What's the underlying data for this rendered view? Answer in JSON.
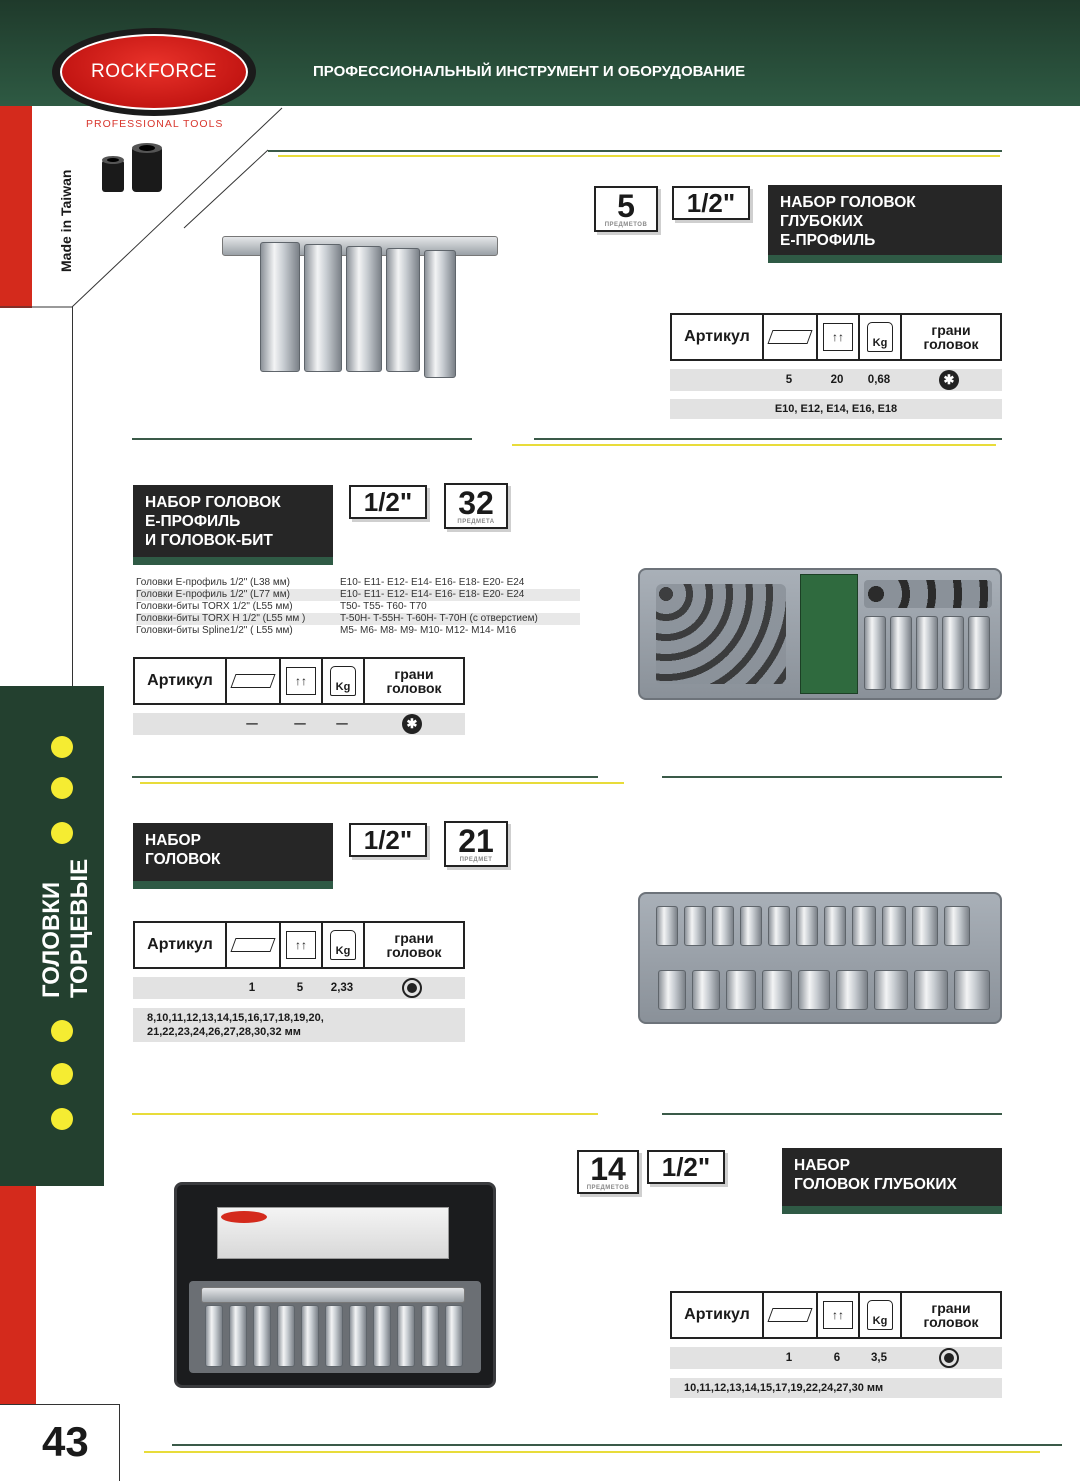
{
  "header": {
    "logo_text": "ROCKFORCE",
    "logo_sub": "PROFESSIONAL TOOLS",
    "tagline": "ПРОФЕССИОНАЛЬНЫЙ ИНСТРУМЕНТ И ОБОРУДОВАНИЕ"
  },
  "sidebar": {
    "made_in": "Made in Taiwan",
    "category_line1": "ГОЛОВКИ",
    "category_line2": "ТОРЦЕВЫЕ",
    "page_number": "43"
  },
  "colors": {
    "header_green": "#23402f",
    "accent_red": "#d42a1c",
    "accent_yellow": "#f5ec32"
  },
  "table_headers": {
    "article": "Артикул",
    "edges_line1": "грани",
    "edges_line2": "головок",
    "box_icon": "box-icon",
    "carton_icon": "carton-icon",
    "carton_glyph": "↑↑",
    "weight_icon": "weight-icon",
    "weight_glyph": "Kg"
  },
  "products": [
    {
      "title_lines": [
        "НАБОР ГОЛОВОК",
        "ГЛУБОКИХ",
        "Е-ПРОФИЛЬ"
      ],
      "count": "5",
      "count_label": "предметов",
      "drive": "1/2\"",
      "qty_box": "5",
      "qty_carton": "20",
      "weight": "0,68",
      "edge_icon": "torx-icon",
      "sizes": "E10, E12, E14, E16, E18"
    },
    {
      "title_lines": [
        "НАБОР ГОЛОВОК",
        "Е-ПРОФИЛЬ",
        "И ГОЛОВОК-БИТ"
      ],
      "count": "32",
      "count_label": "предмета",
      "drive": "1/2\"",
      "qty_box": "—",
      "qty_carton": "—",
      "weight": "—",
      "edge_icon": "torx-icon",
      "details": [
        {
          "name": "Головки Е-профиль 1/2\" (L38 мм)",
          "sizes": "E10- E11- E12- E14- E16- E18- E20- E24"
        },
        {
          "name": "Головки Е-профиль 1/2\" (L77 мм)",
          "sizes": "E10- E11- E12- E14- E16- E18- E20- E24"
        },
        {
          "name": "Головки-биты TORX 1/2\" (L55 мм)",
          "sizes": "T50- T55- T60- T70"
        },
        {
          "name": "Головки-биты TORX H 1/2\" (L55 мм )",
          "sizes": "T-50H- T-55H- T-60H- T-70H (с отверстием)"
        },
        {
          "name": "Головки-биты Spline1/2\" ( L55 мм)",
          "sizes": "M5- M6- M8- M9- M10- M12- M14- M16"
        }
      ]
    },
    {
      "title_lines": [
        "НАБОР",
        "ГОЛОВОК"
      ],
      "count": "21",
      "count_label": "предмет",
      "drive": "1/2\"",
      "qty_box": "1",
      "qty_carton": "5",
      "weight": "2,33",
      "edge_icon": "hex-socket-icon",
      "sizes_line1": "8,10,11,12,13,14,15,16,17,18,19,20,",
      "sizes_line2": "21,22,23,24,26,27,28,30,32 мм"
    },
    {
      "title_lines": [
        "НАБОР",
        "ГОЛОВОК ГЛУБОКИХ"
      ],
      "count": "14",
      "count_label": "предметов",
      "drive": "1/2\"",
      "qty_box": "1",
      "qty_carton": "6",
      "weight": "3,5",
      "edge_icon": "hex-socket-icon",
      "sizes": "10,11,12,13,14,15,17,19,22,24,27,30 мм"
    }
  ]
}
